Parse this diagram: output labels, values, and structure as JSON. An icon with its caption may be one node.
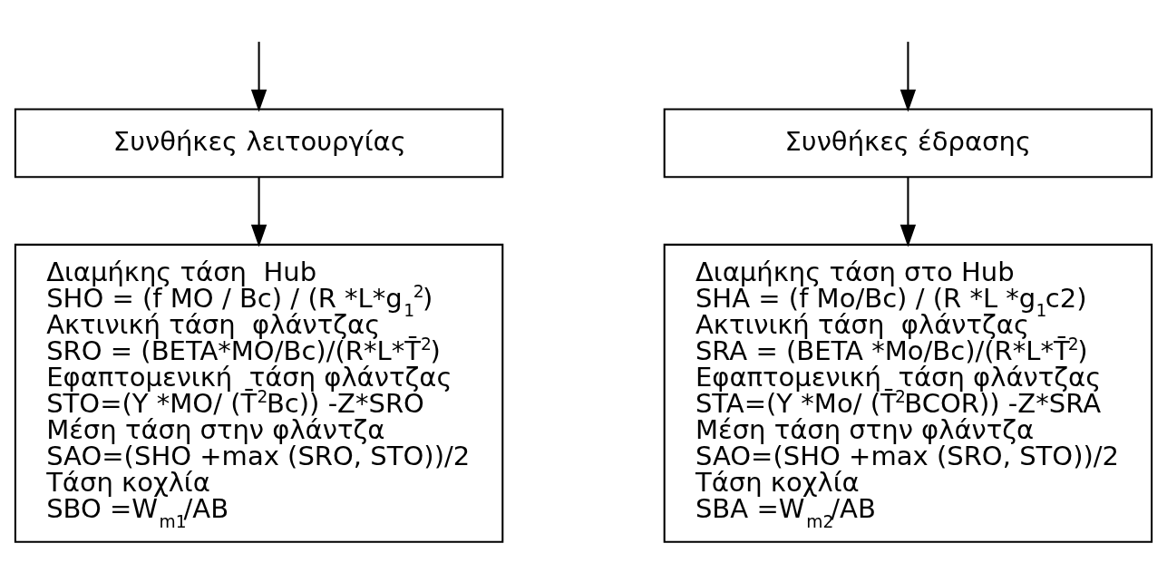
{
  "diagram": {
    "nodes": [
      {
        "text": [
          "Συνθήκες λειτουργίας"
        ]
      },
      {
        "text": [
          "Συνθήκες έδρασης"
        ]
      },
      {
        "text": [
          "Διαμήκης τάση  Hub",
          "SHO = (f MO / Bc) / (R *L*g$_{1}$$^{2}$)",
          "Ακτινική τάση  φλάντζας",
          "SRO = (BETA*MO/Bc)/(R*L*T̄$^{2}$)",
          "Εφαπτομενική  τάση φλάντζας",
          "STO=(Y *MO/ (T̄$^{2}$Bc)) -Z*SRO",
          "Μέση τάση στην φλάντζα",
          "SAO=(SHO +max (SRO, STO))/2",
          "Τάση κοχλία",
          "SBO =W$_{m1}$/AB"
        ]
      },
      {
        "text": [
          "Διαμήκης τάση στο Hub",
          "SHA = (f Mo/Bc) / (R *L *g$_{1}$c2)",
          "Ακτινική τάση  φλάντζας",
          "SRA = (BETA *Mo/Bc)/(R*L*T̄$^{2}$)",
          "Εφαπτομενική  τάση φλάντζας",
          "STA=(Y *Mo/ (T̄$^{2}$BCOR)) -Z*SRA",
          "Μέση τάση στην φλάντζα",
          "SAO=(SHO +max (SRO, STO))/2",
          "Τάση κοχλία",
          "SBA =W$_{m2}$/AB"
        ]
      }
    ],
    "edges": [
      {
        "from": null,
        "to": 0,
        "arrow": "to"
      },
      {
        "from": null,
        "to": 1,
        "arrow": "to"
      },
      {
        "from": 0,
        "to": 2,
        "arrow": "to"
      },
      {
        "from": 1,
        "to": 3,
        "arrow": "to"
      }
    ]
  }
}
